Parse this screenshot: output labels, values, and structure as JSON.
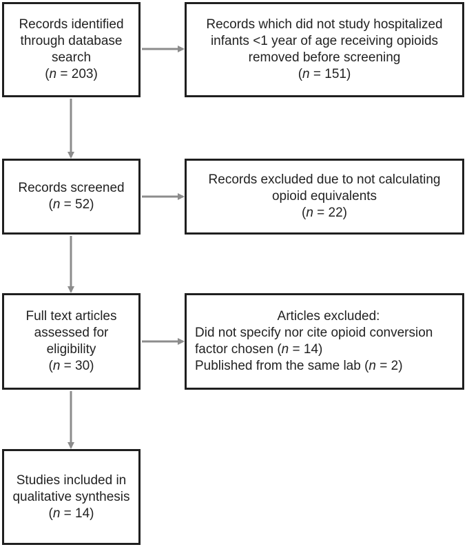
{
  "boxes": {
    "identified": {
      "lines": [
        "Records identified",
        "through database",
        "search"
      ],
      "n_prefix": "(",
      "n": "n",
      "n_value": " = 203)"
    },
    "removed": {
      "lines": [
        "Records which did not study hospitalized",
        "infants <1 year of age receiving opioids",
        "removed before screening"
      ],
      "n_prefix": "(",
      "n": "n",
      "n_value": " = 151)"
    },
    "screened": {
      "lines": [
        "Records screened"
      ],
      "n_prefix": "(",
      "n": "n",
      "n_value": " = 52)"
    },
    "excluded_equivalents": {
      "lines": [
        "Records excluded due to not calculating",
        "opioid equivalents"
      ],
      "n_prefix": "(",
      "n": "n",
      "n_value": " = 22)"
    },
    "full_text": {
      "lines": [
        "Full text articles",
        "assessed for",
        "eligibility"
      ],
      "n_prefix": "(",
      "n": "n",
      "n_value": " = 30)"
    },
    "articles_excluded": {
      "title": "Articles excluded:",
      "reason1_a": "Did not specify nor cite opioid conversion",
      "reason1_b_prefix": "factor chosen (",
      "reason1_n": "n",
      "reason1_b_suffix": " = 14)",
      "reason2_prefix": "Published from the same lab (",
      "reason2_n": "n",
      "reason2_suffix": " = 2)"
    },
    "included": {
      "lines": [
        "Studies included in",
        "qualitative synthesis"
      ],
      "n_prefix": "(",
      "n": "n",
      "n_value": " = 14)"
    }
  },
  "colors": {
    "border": "#1f1f1f",
    "arrow": "#8c8c8c",
    "text": "#222222"
  }
}
